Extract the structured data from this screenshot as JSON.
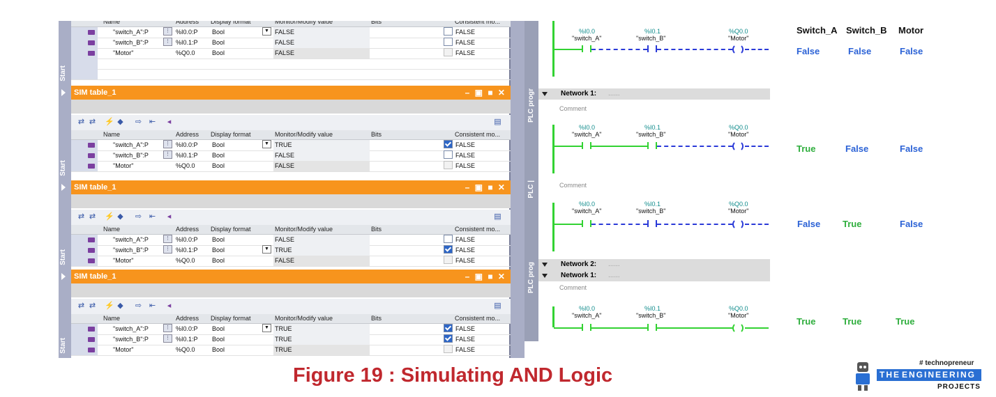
{
  "sim": {
    "window_title": "SIM table_1",
    "sidebar_label": "Start",
    "window_buttons": "– ▣ ■ ✕",
    "columns": [
      "Name",
      "Address",
      "Display format",
      "Monitor/Modify value",
      "Bits",
      "Consistent mo..."
    ],
    "tables": [
      {
        "rows": [
          {
            "name": "\"switch_A\":P",
            "address": "%I0.0:P",
            "format": "Bool",
            "value": "FALSE",
            "checked": false,
            "consistent": "FALSE"
          },
          {
            "name": "\"switch_B\":P",
            "address": "%I0.1:P",
            "format": "Bool",
            "value": "FALSE",
            "checked": false,
            "consistent": "FALSE"
          },
          {
            "name": "\"Motor\"",
            "address": "%Q0.0",
            "format": "Bool",
            "value": "FALSE",
            "checked": false,
            "consistent": "FALSE"
          }
        ]
      },
      {
        "rows": [
          {
            "name": "\"switch_A\":P",
            "address": "%I0.0:P",
            "format": "Bool",
            "value": "TRUE",
            "checked": true,
            "consistent": "FALSE"
          },
          {
            "name": "\"switch_B\":P",
            "address": "%I0.1:P",
            "format": "Bool",
            "value": "FALSE",
            "checked": false,
            "consistent": "FALSE"
          },
          {
            "name": "\"Motor\"",
            "address": "%Q0.0",
            "format": "Bool",
            "value": "FALSE",
            "checked": false,
            "consistent": "FALSE"
          }
        ]
      },
      {
        "rows": [
          {
            "name": "\"switch_A\":P",
            "address": "%I0.0:P",
            "format": "Bool",
            "value": "FALSE",
            "checked": false,
            "consistent": "FALSE"
          },
          {
            "name": "\"switch_B\":P",
            "address": "%I0.1:P",
            "format": "Bool",
            "value": "TRUE",
            "checked": true,
            "consistent": "FALSE"
          },
          {
            "name": "\"Motor\"",
            "address": "%Q0.0",
            "format": "Bool",
            "value": "FALSE",
            "checked": false,
            "consistent": "FALSE"
          }
        ]
      },
      {
        "rows": [
          {
            "name": "\"switch_A\":P",
            "address": "%I0.0:P",
            "format": "Bool",
            "value": "TRUE",
            "checked": true,
            "consistent": "FALSE"
          },
          {
            "name": "\"switch_B\":P",
            "address": "%I0.1:P",
            "format": "Bool",
            "value": "TRUE",
            "checked": true,
            "consistent": "FALSE"
          },
          {
            "name": "\"Motor\"",
            "address": "%Q0.0",
            "format": "Bool",
            "value": "TRUE",
            "checked": false,
            "consistent": "FALSE"
          }
        ]
      }
    ]
  },
  "ladder": {
    "side_label_1": "PLC progr",
    "side_label_2": "PLC |",
    "side_label_3": "PLC prog",
    "network_1": "Network 1:",
    "network_2": "Network 2:",
    "network_dots": "......",
    "comment": "Comment",
    "addr_a": "%I0.0",
    "addr_b": "%I0.1",
    "addr_q": "%Q0.0",
    "tag_a": "\"switch_A\"",
    "tag_b": "\"switch_B\"",
    "tag_q": "\"Motor\"",
    "colors": {
      "energized": "#32d232",
      "deenergized": "#2a3ad8"
    }
  },
  "truth": {
    "headers": [
      "Switch_A",
      "Switch_B",
      "Motor"
    ],
    "rows": [
      [
        "False",
        "False",
        "False"
      ],
      [
        "True",
        "False",
        "False"
      ],
      [
        "False",
        "True",
        "False"
      ],
      [
        "True",
        "True",
        "True"
      ]
    ],
    "colors": {
      "true": "#2fae3d",
      "false": "#2b62d6"
    }
  },
  "caption": "Figure 19 : Simulating AND Logic",
  "logo": {
    "tag": "# technopreneur",
    "the": "THE",
    "engineering": "ENGINEERING",
    "projects": "PROJECTS"
  }
}
